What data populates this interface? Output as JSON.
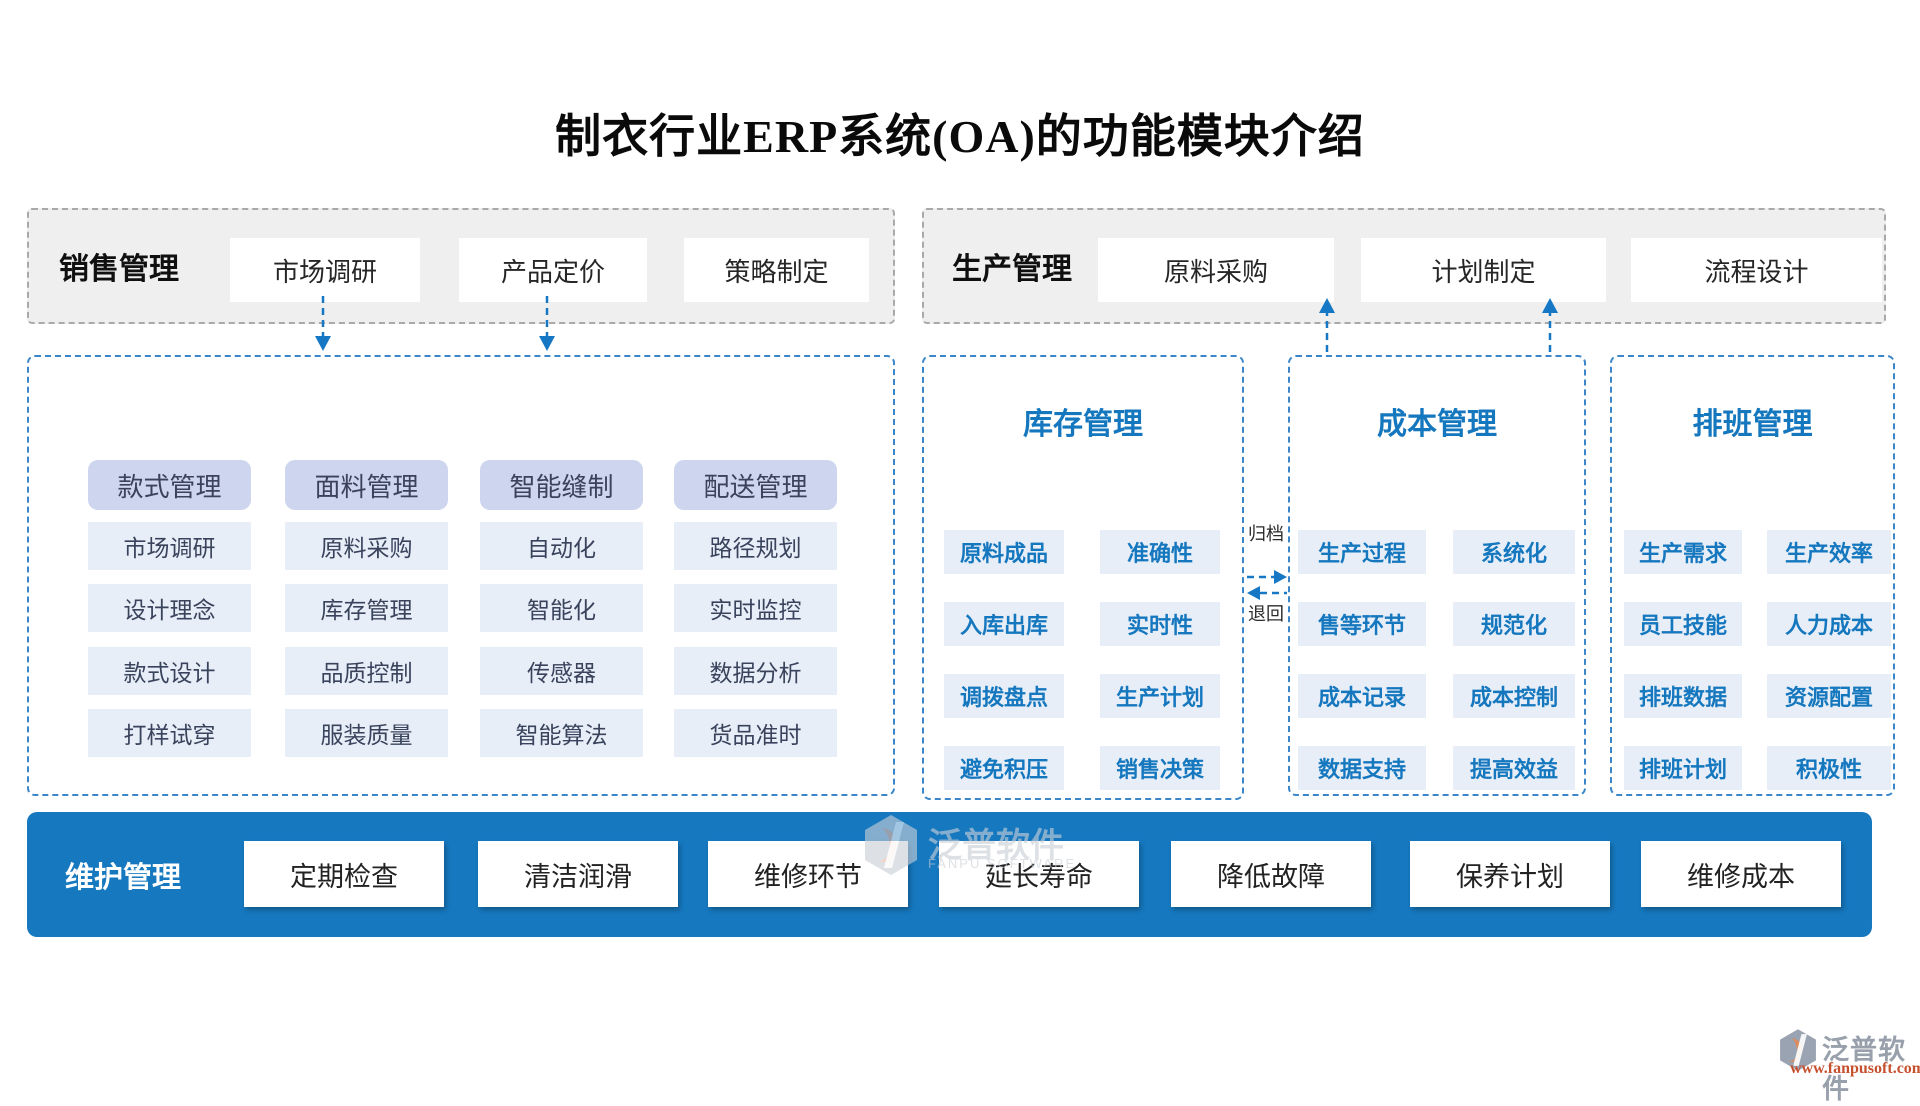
{
  "title": "制衣行业ERP系统(OA)的功能模块介绍",
  "top_left": {
    "label": "销售管理",
    "buttons": [
      "市场调研",
      "产品定价",
      "策略制定"
    ]
  },
  "top_right": {
    "label": "生产管理",
    "buttons": [
      "原料采购",
      "计划制定",
      "流程设计"
    ]
  },
  "design_columns": [
    {
      "header": "款式管理",
      "items": [
        "市场调研",
        "设计理念",
        "款式设计",
        "打样试穿"
      ]
    },
    {
      "header": "面料管理",
      "items": [
        "原料采购",
        "库存管理",
        "品质控制",
        "服装质量"
      ]
    },
    {
      "header": "智能缝制",
      "items": [
        "自动化",
        "智能化",
        "传感器",
        "智能算法"
      ]
    },
    {
      "header": "配送管理",
      "items": [
        "路径规划",
        "实时监控",
        "数据分析",
        "货品准时"
      ]
    }
  ],
  "inventory": {
    "title": "库存管理",
    "left": [
      "原料成品",
      "入库出库",
      "调拨盘点",
      "避免积压"
    ],
    "right": [
      "准确性",
      "实时性",
      "生产计划",
      "销售决策"
    ]
  },
  "cost": {
    "title": "成本管理",
    "left": [
      "生产过程",
      "售等环节",
      "成本记录",
      "数据支持"
    ],
    "right": [
      "系统化",
      "规范化",
      "成本控制",
      "提高效益"
    ]
  },
  "scheduling": {
    "title": "排班管理",
    "left": [
      "生产需求",
      "员工技能",
      "排班数据",
      "排班计划"
    ],
    "right": [
      "生产效率",
      "人力成本",
      "资源配置",
      "积极性"
    ]
  },
  "connector": {
    "archive_label": "归档",
    "return_label": "退回"
  },
  "maintenance": {
    "label": "维护管理",
    "buttons": [
      "定期检查",
      "清洁润滑",
      "维修环节",
      "延长寿命",
      "降低故障",
      "保养计划",
      "维修成本"
    ]
  },
  "watermark_center": {
    "brand": "泛普软件",
    "brand_en": "FANPU SOFTWARE"
  },
  "watermark_corner": {
    "brand": "泛普软件",
    "url": "www.fanpusoft.com"
  },
  "colors": {
    "bar_blue": "#1679c0",
    "dashed_blue": "#3a86c8",
    "arrow_blue": "#1678c4",
    "chip_header_bg": "#cdd5ef",
    "chip_item_bg": "#e7eef8",
    "item_text_blue": "#1577be",
    "url_orange": "#c6512f"
  }
}
